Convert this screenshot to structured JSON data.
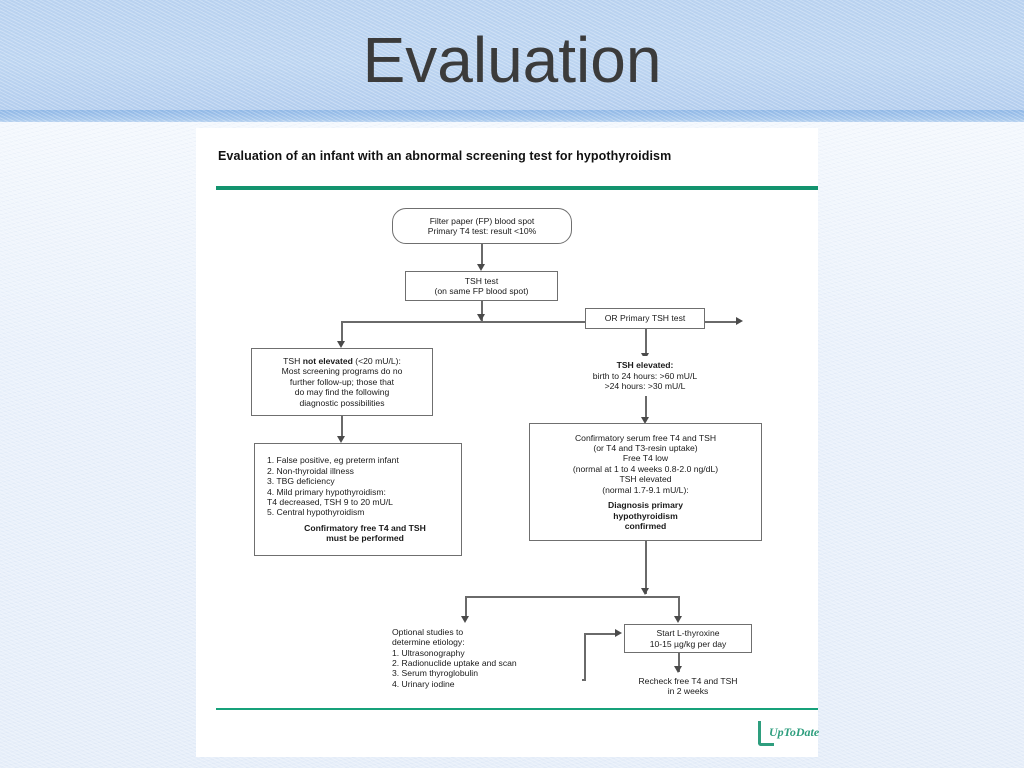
{
  "slide": {
    "title": "Evaluation",
    "title_color": "#3b3b3b",
    "background_top_color": "#b9d2f0",
    "background_bottom_color": "#e6eef9"
  },
  "figure": {
    "title": "Evaluation of an infant with an abnormal screening test for hypothyroidism",
    "rule_color": "#13936e",
    "logo": {
      "mark": "uptodate-l-mark",
      "text": "UpToDate",
      "color": "#2e9e7e"
    },
    "nodes": [
      {
        "id": "filter-paper",
        "shape": "rounded",
        "lines": [
          "Filter paper (FP) blood spot",
          "Primary T4 test: result <10%"
        ]
      },
      {
        "id": "tsh-test",
        "shape": "box",
        "lines": [
          "TSH test",
          "(on same FP blood spot)"
        ]
      },
      {
        "id": "or-primary-tsh",
        "shape": "box",
        "lines": [
          "OR Primary TSH test"
        ]
      },
      {
        "id": "tsh-not-elevated",
        "shape": "box",
        "lead_normal": "TSH ",
        "lead_bold": "not elevated",
        "lead_tail": " (<20 mU/L):",
        "lines": [
          "Most screening programs do no",
          "further follow-up; those that",
          "do may find the following",
          "diagnostic possibilities"
        ]
      },
      {
        "id": "differential-list",
        "shape": "box",
        "lines": [
          "1. False positive, eg preterm infant",
          "2. Non-thyroidal illness",
          "3. TBG deficiency",
          "4. Mild primary hypothyroidism:",
          "T4 decreased, TSH 9 to 20 mU/L",
          "5. Central hypothyroidism"
        ],
        "emphasis": [
          "Confirmatory free T4 and TSH",
          "must be performed"
        ]
      },
      {
        "id": "tsh-elevated",
        "shape": "plain",
        "heading": "TSH elevated:",
        "lines": [
          "birth to 24 hours: >60 mU/L",
          ">24 hours: >30 mU/L"
        ]
      },
      {
        "id": "confirmatory-serum",
        "shape": "box",
        "lines": [
          "Confirmatory serum free T4 and TSH",
          "(or T4 and T3-resin uptake)",
          "Free T4 low",
          "(normal at 1 to 4 weeks 0.8-2.0 ng/dL)",
          "TSH elevated",
          "(normal 1.7-9.1 mU/L):"
        ],
        "emphasis": [
          "Diagnosis primary",
          "hypothyroidism",
          "confirmed"
        ]
      },
      {
        "id": "optional-studies",
        "shape": "plain",
        "lines": [
          "Optional studies to",
          "determine etiology:",
          "1. Ultrasonography",
          "2. Radionuclide uptake and scan",
          "3. Serum thyroglobulin",
          "4. Urinary iodine"
        ]
      },
      {
        "id": "start-l-thyroxine",
        "shape": "box",
        "lines": [
          "Start L-thyroxine",
          "10-15 µg/kg per day"
        ]
      },
      {
        "id": "recheck",
        "shape": "plain",
        "lines": [
          "Recheck free T4 and TSH",
          "in 2 weeks"
        ]
      }
    ]
  }
}
